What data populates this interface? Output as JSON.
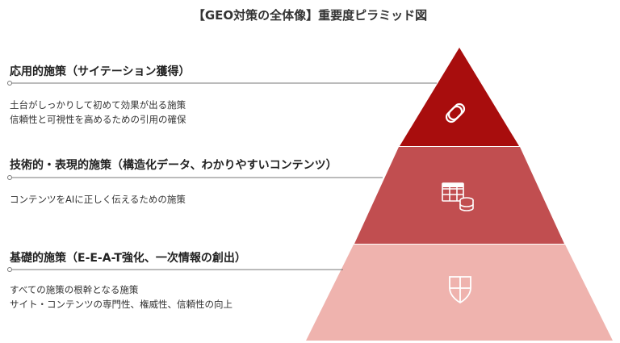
{
  "title": "【GEO対策の全体像】重要度ピラミッド図",
  "colors": {
    "top": "#a80d0d",
    "middle": "#c14e50",
    "bottom": "#efb3ae",
    "line": "#777777"
  },
  "tiers": [
    {
      "heading": "応用的施策（サイテーション獲得）",
      "lines": [
        "土台がしっかりして初めて効果が出る施策",
        "信頼性と可視性を高めるための引用の確保"
      ],
      "icon": "link-icon"
    },
    {
      "heading": "技術的・表現的施策（構造化データ、わかりやすいコンテンツ）",
      "lines": [
        "コンテンツをAIに正しく伝えるための施策"
      ],
      "icon": "table-database-icon"
    },
    {
      "heading": "基礎的施策（E-E-A-T強化、一次情報の創出）",
      "lines": [
        "すべての施策の根幹となる施策",
        "サイト・コンテンツの専門性、権威性、信頼性の向上"
      ],
      "icon": "shield-icon"
    }
  ]
}
